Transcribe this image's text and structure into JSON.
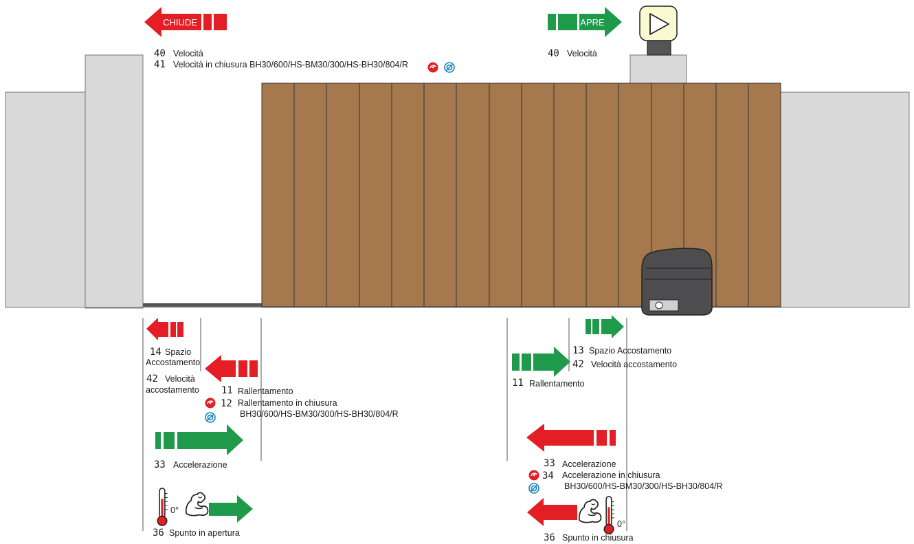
{
  "colors": {
    "red": "#e31e24",
    "green": "#1e9a4a",
    "wood": "#a5784d",
    "wall": "#d9d9d9",
    "motor": "#4d4d4f"
  },
  "top_left": {
    "arrow_label": "CHIUDE",
    "line1_num": "40",
    "line1_text": "Velocità",
    "line2_num": "41",
    "line2_text": "Velocità in chiusura BH30/600/HS-BM30/300/HS-BH30/804/R"
  },
  "top_right": {
    "arrow_label": "APRE",
    "line1_num": "40",
    "line1_text": "Velocità"
  },
  "bottom_left": {
    "spazio_num": "14",
    "spazio_line1": "Spazio",
    "spazio_line2": "Accostamento",
    "vel_num": "42",
    "vel_line1": "Velocità",
    "vel_line2": "accostamento",
    "rall_num": "11",
    "rall_text": "Rallentamento",
    "rallc_num": "12",
    "rallc_text": "Rallentamento in chiusura",
    "rallc_models": "BH30/600/HS-BM30/300/HS-BH30/804/R",
    "acc_num": "33",
    "acc_text": "Accelerazione",
    "spunto_num": "36",
    "spunto_text": "Spunto in apertura",
    "degree": "0°"
  },
  "bottom_right": {
    "spazio_num": "13",
    "spazio_text": "Spazio Accostamento",
    "vel_num": "42",
    "vel_text": "Velocità accostamento",
    "rall_num": "11",
    "rall_text": "Rallentamento",
    "acc_num": "33",
    "acc_text": "Accelerazione",
    "accc_num": "34",
    "accc_text": "Accelerazione in chiusura",
    "accc_models": "BH30/600/HS-BM30/300/HS-BH30/804/R",
    "spunto_num": "36",
    "spunto_text": "Spunto in chiusura",
    "degree": "0°"
  }
}
